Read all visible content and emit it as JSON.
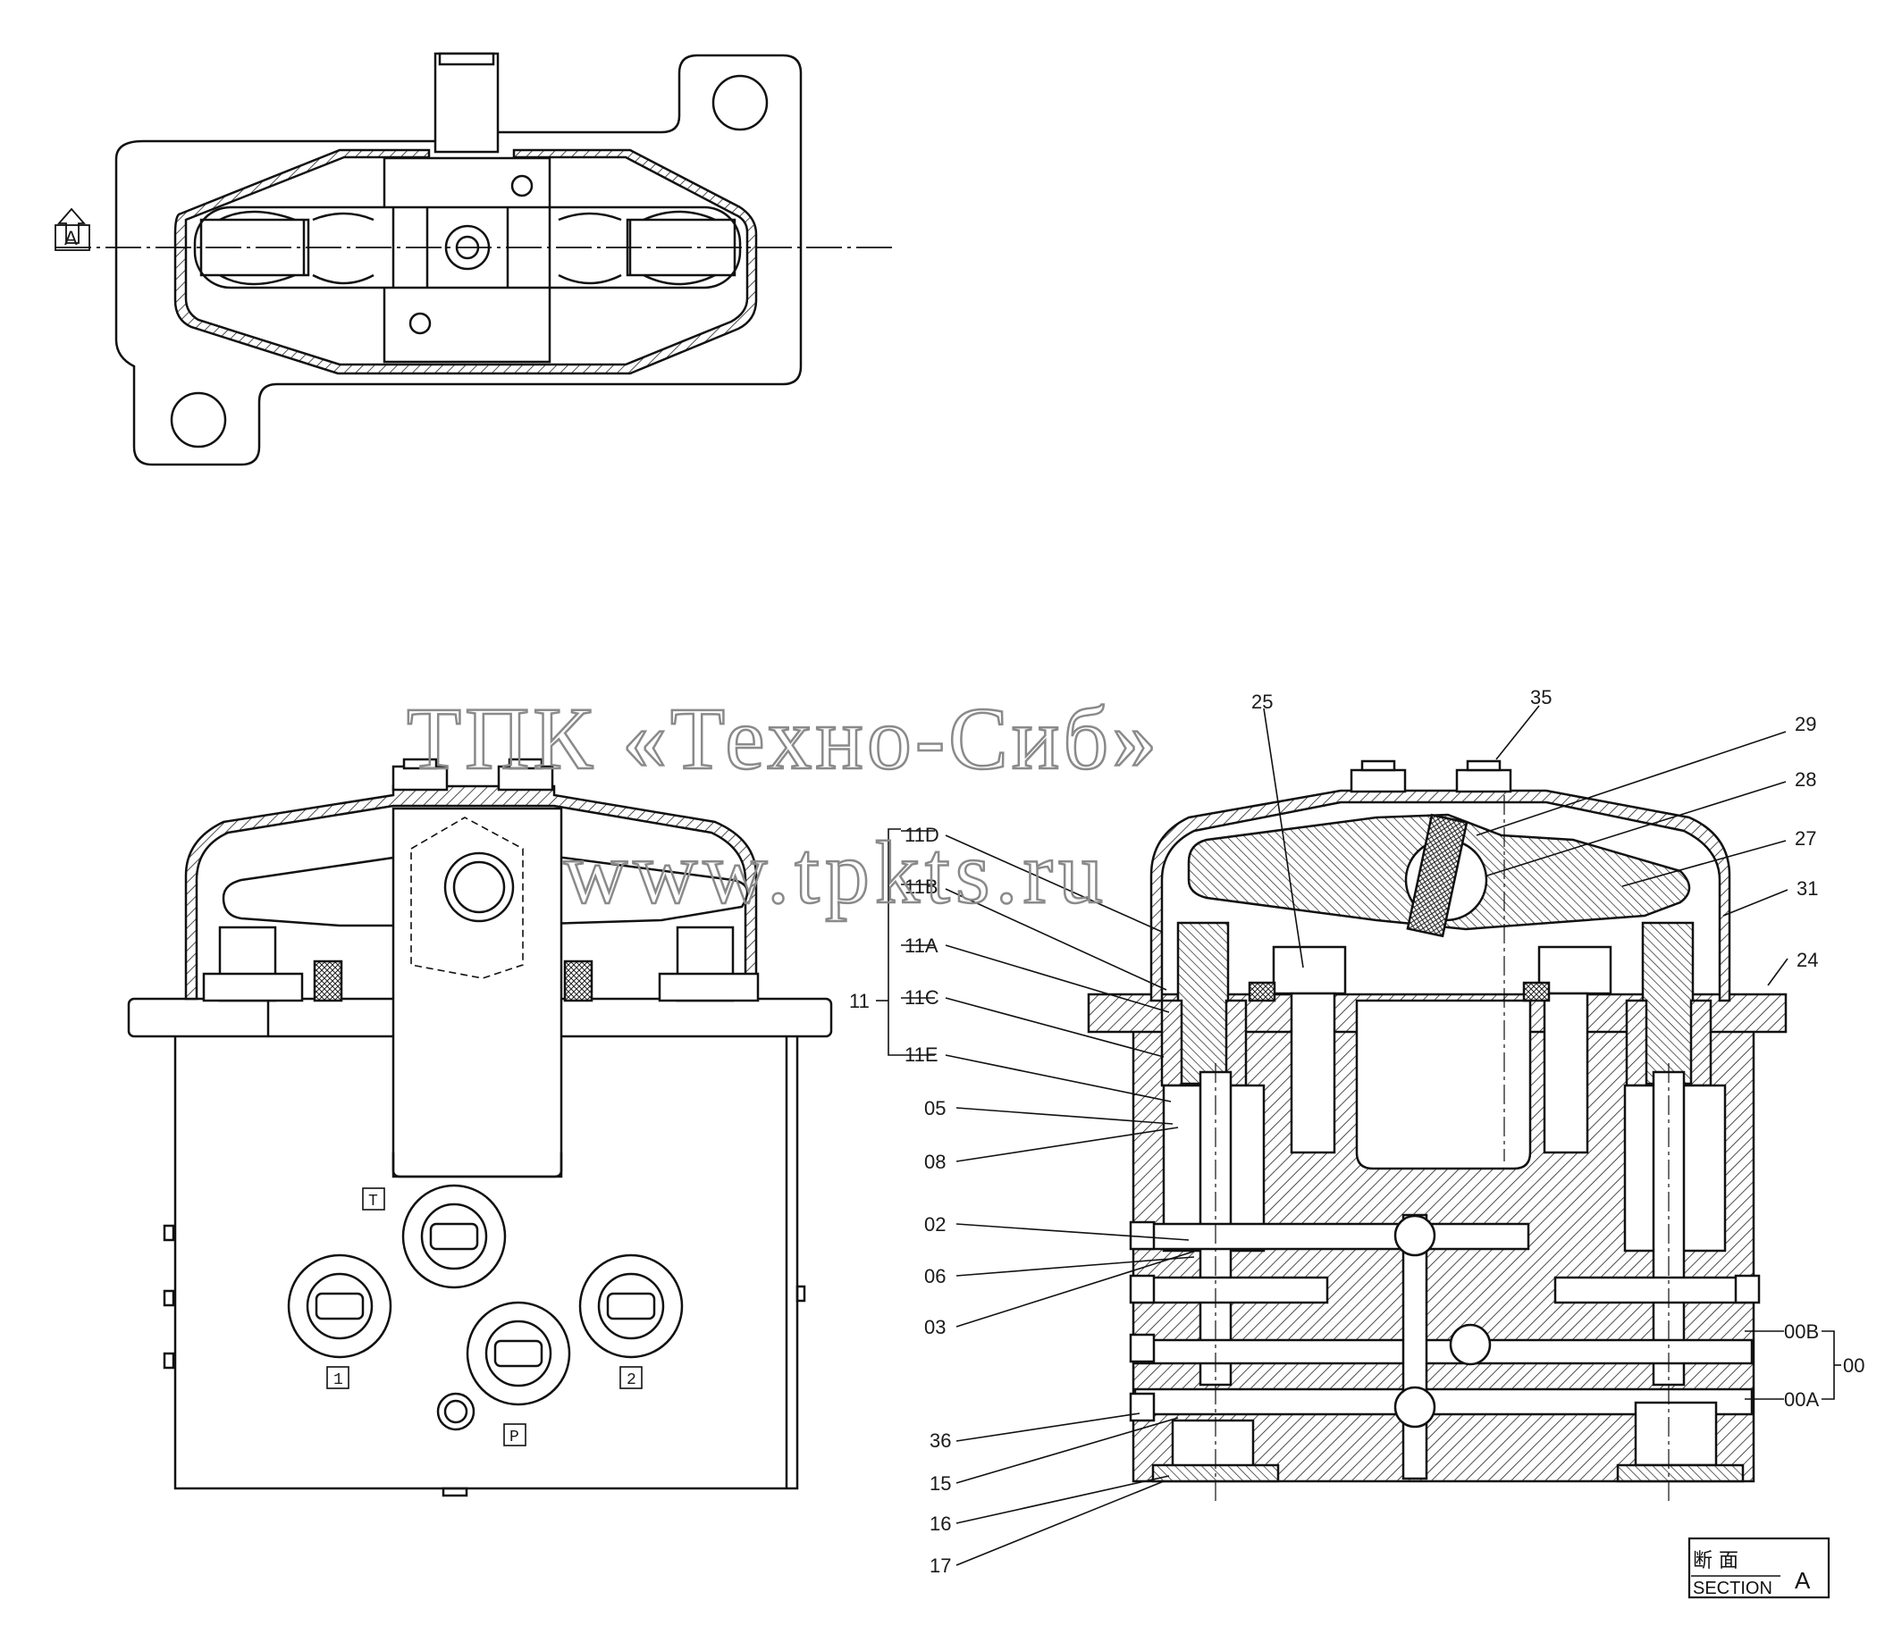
{
  "watermark": {
    "line1": "ТПК «Техно-Сиб»",
    "line2": "www.tpkts.ru"
  },
  "top_view": {
    "section_marker": "A"
  },
  "front_view": {
    "ports": {
      "t": "T",
      "p1": "1",
      "p2": "2",
      "p": "P"
    }
  },
  "callouts": {
    "c25": "25",
    "c35": "35",
    "c29": "29",
    "c28": "28",
    "c27": "27",
    "c31": "31",
    "c24": "24",
    "c11D": "11D",
    "c11B": "11B",
    "c11A": "11A",
    "c11": "11",
    "c11C": "11C",
    "c11E": "11E",
    "c05": "05",
    "c08": "08",
    "c02": "02",
    "c06": "06",
    "c03": "03",
    "c36": "36",
    "c15": "15",
    "c16": "16",
    "c17": "17",
    "c00B": "00B",
    "c00": "00",
    "c00A": "00A"
  },
  "section_box": {
    "japanese": "断 面",
    "english": "SECTION",
    "letter": "A"
  }
}
